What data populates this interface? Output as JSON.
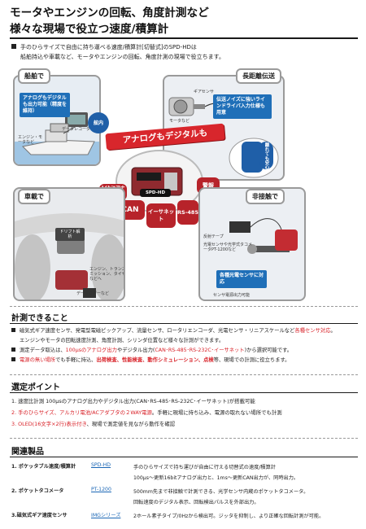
{
  "title": {
    "line1": "モータやエンジンの回転、角度計測など",
    "line2": "様々な現場で役立つ速度/積算計"
  },
  "intro": {
    "line1": "手のひらサイズで自由に持ち運べる速度/積算計[切替式]のSPD-HDは",
    "line2": "船舶持込や車載など、モータやエンジンの回転、角度計測の現場で役立ちます。"
  },
  "illustration": {
    "panel_ship": "船舶で",
    "panel_long": "長距離伝送",
    "panel_car": "車載で",
    "panel_noncontact": "非接触で",
    "callout_ship": "アナログもデジタルも出力可能（精度を維持）",
    "callout_long": "伝送ノイズに強いラインドライバ入力仕様も用意",
    "callout_sensor": "各種光電センサに対応",
    "banner": "アナログもデジタルも",
    "label_datalogger": "データレコーダなど",
    "label_engine_motor": "エンジン・モータなど",
    "label_gear_sensor": "ギアセンサ",
    "label_motor": "モータなど",
    "label_drill": "ドリフト解析",
    "label_engine_transmission": "エンジン、トランスミッション、タイヤなどへ",
    "label_datalogger2": "データロガーなど",
    "label_optical_sensor": "光電センサや光学式タコメータPT-1200など",
    "label_reflect_tape": "反射テープ",
    "label_power": "センサ電源出力可能",
    "bubble_kanai": "舷内",
    "bubble_monitor": "離れても安心",
    "badge_analog": "16bitアナログ",
    "badge_model": "SPD-HD",
    "badge_can": "CAN",
    "badge_ethernet": "イーサネット",
    "badge_rs485": "RS-485",
    "badge_alarm": "警報"
  },
  "section_measure": {
    "title": "計測できること",
    "b1_a": "磁気式ギア速度センサ、発電型電磁ピックアップ、流量センサ、ロータリエンコーダ、光電センサ・リニアスケールなど",
    "b1_red": "各種センサ対応",
    "b1_b": "。",
    "b1_line2": "エンジンやモータの回転速度計測、角度計測、シリンダ位置など様々な計測ができます。",
    "b2_a": "測定データ取込は、",
    "b2_red1": "100μsのアナログ出力",
    "b2_b": "やデジタル出力(",
    "b2_red2": "CAN･RS-485･RS-232C･イーサネット",
    "b2_c": ")から選択可能です。",
    "b3_red1": "電源の無い場所",
    "b3_a": "でも手軽に持込、",
    "b3_red2": "出荷検査、性能検査、動作シミュレーション、点検",
    "b3_b": "等、現場での計測に役立ちます。"
  },
  "section_points": {
    "title": "選定ポイント",
    "p1": "1. 速度比計測  100μsのアナログ出力やデジタル出力(CAN･RS-485･RS-232C･イーサネット)が搭載可能",
    "p2_red": "2. 手のひらサイズ、アルカリ電池/ACアダプタの２WAY電源",
    "p2_rest": "。手軽に現場に持ち込み、電源の取れない場所でも計測",
    "p3_red": "3. OLED(16文字×2行)表示付き",
    "p3_rest": "、現場で測定値を見ながら動作を確認"
  },
  "section_products": {
    "title": "関連製品",
    "items": [
      {
        "name": "1. ポケッタブル速度/積算計",
        "model": "SPD-HD",
        "desc1": "手のひらサイズで持ち運びが自由に行える切替式の速度/積算計",
        "desc2": "100μs～更新16bitアナログ出力と、1ms～更新CAN出力が、同時出力。"
      },
      {
        "name": "2. ポケットタコメータ",
        "model": "PT-1200",
        "desc1": "500mm先まで非接触で計測できる、光学センサ内蔵のポケットタコメータ。",
        "desc2": "回転速度のデジタル表示、回転検出パルスを外部出力。"
      },
      {
        "name": "3.磁気式ギア速度センサ",
        "model": "IMGシリーズ",
        "desc1": "2ホール素子タイプ/0Hzから検出可。ジッタを抑制し、より正確な回転計測が可能。",
        "desc2": ""
      }
    ]
  },
  "colors": {
    "accent_red": "#d81f26",
    "callout_blue": "#1f6fb8",
    "link_blue": "#1a66b5"
  }
}
